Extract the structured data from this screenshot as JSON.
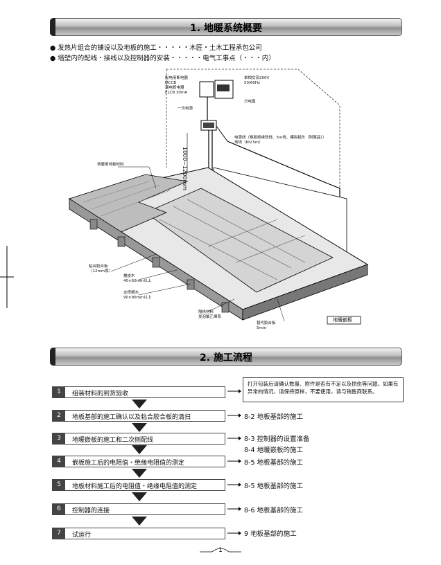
{
  "section1": {
    "title": "1. 地暖系统概要"
  },
  "bullets": [
    "● 发热片组合的铺设以及地板的施工・・・・・木匠・土木工程承包公司",
    "● 墙壁内的配线・接线以及控制器的安装・・・・・电气工事点（・・・内）"
  ],
  "diagram": {
    "breaker_label": [
      "配电用断电器",
      "MCCB",
      "漏电断电器",
      "ELCB 30mA"
    ],
    "power_label": [
      "单相交流200V",
      "50/60Hz"
    ],
    "panel_label": "分电盘",
    "primary_power": "一次电源",
    "height_label": "1000~1200mm",
    "power_line_label": [
      "电源线（橡胶绝缘软线、5m线、模拟插头（附属品））",
      "地线（KIV.5m）"
    ],
    "floor_material": "地暖用地板材料",
    "plywood_label": [
      "粘合胶合板",
      "（12mm厚）"
    ],
    "joist_label": [
      "楼皮木",
      "40×60mm以上"
    ],
    "support_label": [
      "支撑搁木",
      "90×90mm以上"
    ],
    "insulation_label": [
      "隔热材料",
      "发泡聚乙烯系"
    ],
    "filler_label": [
      "替代胶合板",
      "5mm"
    ],
    "embedded_label": "地暖嵌板"
  },
  "section2": {
    "title": "2. 施工流程"
  },
  "note": "打开包装后请确认数量、附件是否有不足以及损伤等问题。如果有异常的情况，请保持原样，不要使用，请与销售商联系。",
  "steps": [
    {
      "num": "1",
      "label": "组装材料的到货验收",
      "refs": []
    },
    {
      "num": "2",
      "label": "地板基部的施工确认以及粘合胶合板的清扫",
      "refs": [
        "8-2 地板基部的施工"
      ]
    },
    {
      "num": "3",
      "label": "地暖嵌板的施工和二次侧配线",
      "refs": [
        "8-3 控制器的设置准备",
        "8-4 地暖嵌板的施工"
      ]
    },
    {
      "num": "4",
      "label": "嵌板施工后的电阻值・绝缘电阻值的测定",
      "refs": [
        "8-5 地板基部的施工"
      ]
    },
    {
      "num": "5",
      "label": "地板材料施工后的电阻值・绝缘电阻值的测定",
      "refs": [
        "8-5 地板基部的施工"
      ]
    },
    {
      "num": "6",
      "label": "控制器的连接",
      "refs": [
        "8-6 地板基部的施工"
      ]
    },
    {
      "num": "7",
      "label": "试运行",
      "refs": [
        "9  地板基部的施工"
      ]
    }
  ],
  "page_number": "1"
}
